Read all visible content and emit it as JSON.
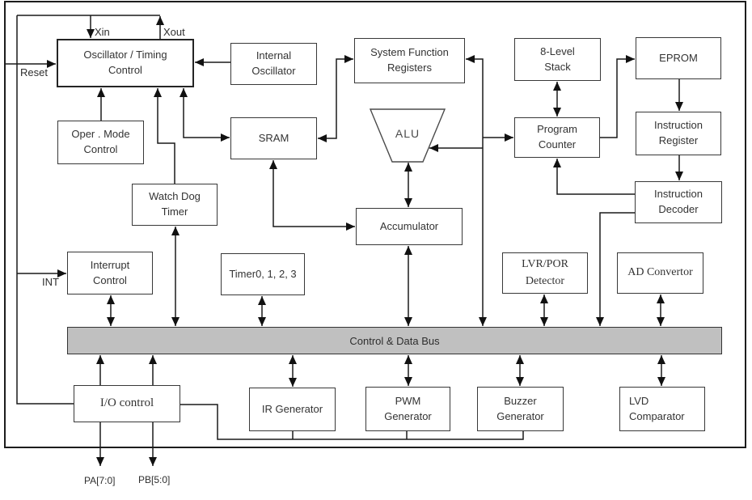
{
  "blocks": {
    "oscillator": {
      "lines": [
        "Oscillator / Timing",
        "Control"
      ]
    },
    "oper_mode": {
      "lines": [
        "Oper . Mode",
        "Control"
      ]
    },
    "internal_osc": {
      "lines": [
        "Internal",
        "Oscillator"
      ]
    },
    "sys_func_reg": {
      "lines": [
        "System Function",
        "Registers"
      ]
    },
    "stack": {
      "lines": [
        "8-Level",
        "Stack"
      ]
    },
    "eprom": {
      "lines": [
        "EPROM"
      ]
    },
    "sram": {
      "lines": [
        "SRAM"
      ]
    },
    "program_counter": {
      "lines": [
        "Program",
        "Counter"
      ]
    },
    "instr_register": {
      "lines": [
        "Instruction",
        "Register"
      ]
    },
    "watchdog": {
      "lines": [
        "Watch Dog",
        "Timer"
      ]
    },
    "alu": {
      "lines": [
        "ALU"
      ]
    },
    "accumulator": {
      "lines": [
        "Accumulator"
      ]
    },
    "instr_decoder": {
      "lines": [
        "Instruction",
        "Decoder"
      ]
    },
    "interrupt": {
      "lines": [
        "Interrupt",
        "Control"
      ]
    },
    "timers": {
      "lines": [
        "Timer0, 1, 2, 3"
      ]
    },
    "lvr_por": {
      "lines": [
        "LVR/POR",
        "Detector"
      ]
    },
    "ad_convertor": {
      "lines": [
        "AD Convertor"
      ]
    },
    "io_control": {
      "lines": [
        "I/O control"
      ]
    },
    "ir_generator": {
      "lines": [
        "IR Generator"
      ]
    },
    "pwm_generator": {
      "lines": [
        "PWM",
        "Generator"
      ]
    },
    "buzzer_generator": {
      "lines": [
        "Buzzer",
        "Generator"
      ]
    },
    "lvd_comparator": {
      "lines": [
        "LVD",
        "Comparator"
      ]
    }
  },
  "bus": {
    "label": "Control  & Data Bus",
    "fill": "#c0c0c0"
  },
  "pins": {
    "xin": "Xin",
    "xout": "Xout",
    "reset": "Reset",
    "int": "INT",
    "pa": "PA[7:0]",
    "pb": "PB[5:0]"
  },
  "colors": {
    "line": "#1a1a1a",
    "box_border": "#383838",
    "text": "#333333",
    "bus_fill": "#c0c0c0"
  }
}
